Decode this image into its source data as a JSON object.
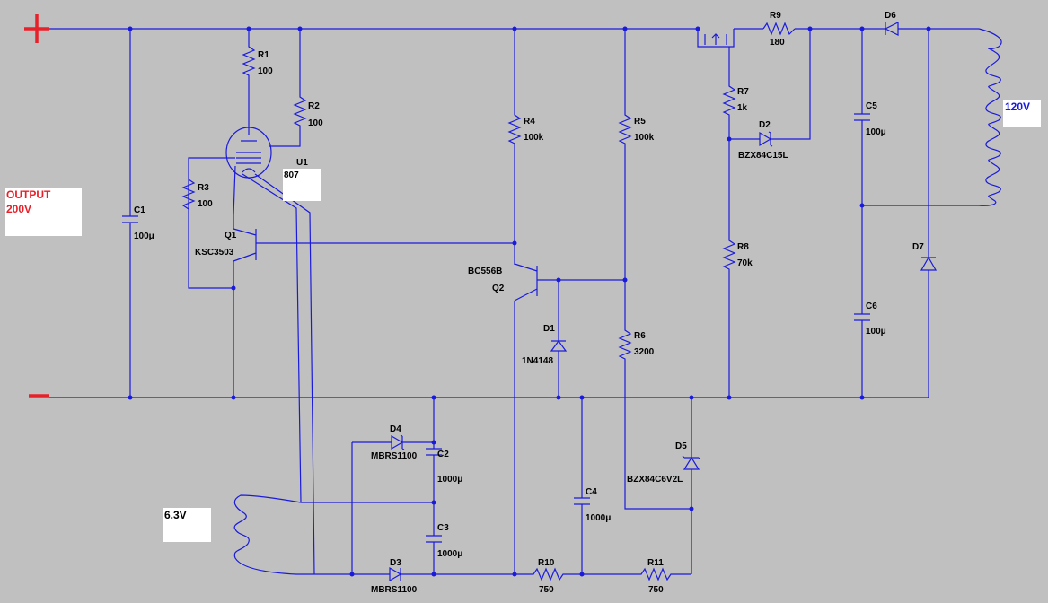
{
  "terminals": {
    "plus": "+",
    "minus": "−"
  },
  "colors": {
    "wire": "#1a1adc",
    "background": "#c0c0c0",
    "terminal": "#e8202a",
    "text": "#000000"
  },
  "notes": {
    "output_line1": "OUTPUT",
    "output_line2": "200V",
    "coil_voltage": "120V",
    "filament_voltage": "6.3V"
  },
  "components": [
    {
      "ref": "R1",
      "value": "100"
    },
    {
      "ref": "R2",
      "value": "100"
    },
    {
      "ref": "R3",
      "value": "100"
    },
    {
      "ref": "U1",
      "value": "807"
    },
    {
      "ref": "C1",
      "value": "100μ"
    },
    {
      "ref": "Q1",
      "value": "KSC3503"
    },
    {
      "ref": "R4",
      "value": "100k"
    },
    {
      "ref": "R5",
      "value": "100k"
    },
    {
      "ref": "Q2",
      "value": "BC556B"
    },
    {
      "ref": "D1",
      "value": "1N4148"
    },
    {
      "ref": "R6",
      "value": "3200"
    },
    {
      "ref": "R9",
      "value": "180"
    },
    {
      "ref": "R7",
      "value": "1k"
    },
    {
      "ref": "D2",
      "value": "BZX84C15L"
    },
    {
      "ref": "R8",
      "value": "70k"
    },
    {
      "ref": "D6",
      "value": ""
    },
    {
      "ref": "C5",
      "value": "100μ"
    },
    {
      "ref": "C6",
      "value": "100μ"
    },
    {
      "ref": "D7",
      "value": ""
    },
    {
      "ref": "D4",
      "value": "MBRS1100"
    },
    {
      "ref": "C2",
      "value": "1000μ"
    },
    {
      "ref": "C3",
      "value": "1000μ"
    },
    {
      "ref": "D3",
      "value": "MBRS1100"
    },
    {
      "ref": "C4",
      "value": "1000μ"
    },
    {
      "ref": "D5",
      "value": "BZX84C6V2L"
    },
    {
      "ref": "R10",
      "value": "750"
    },
    {
      "ref": "R11",
      "value": "750"
    }
  ]
}
